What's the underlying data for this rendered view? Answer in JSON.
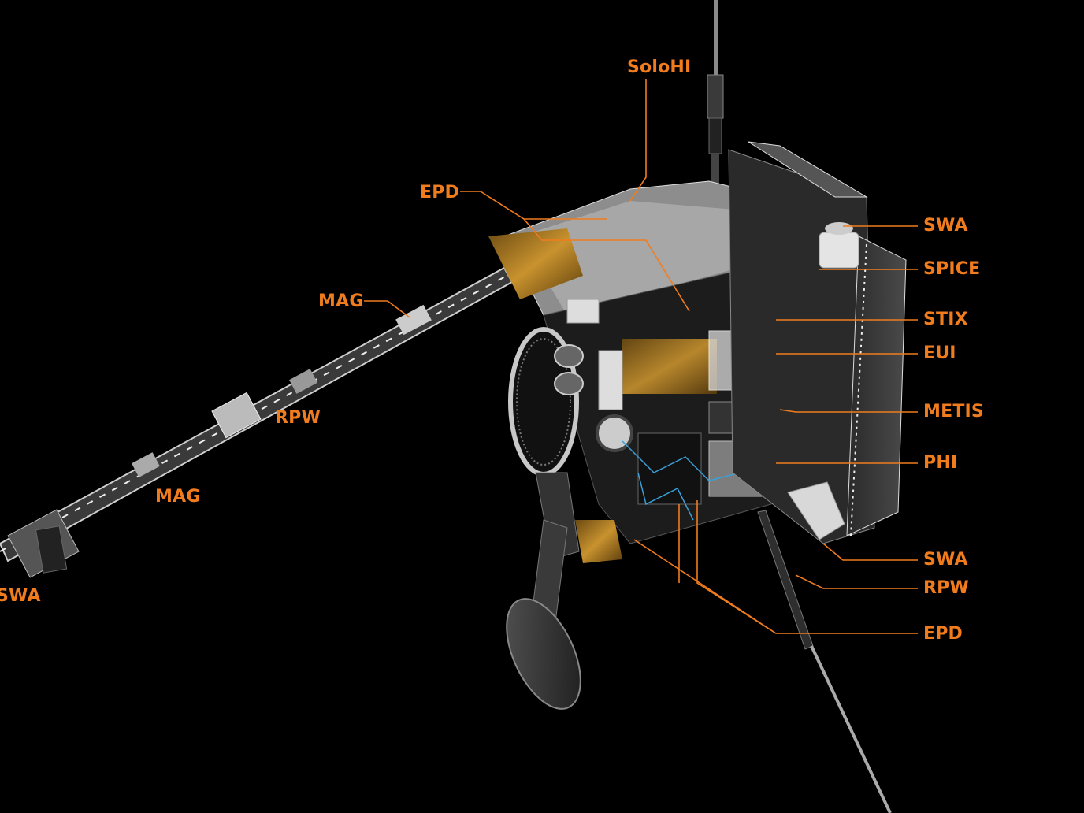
{
  "accent_color": "#f07c1e",
  "background_color": "#000000",
  "labels": {
    "soloHI": "SoloHI",
    "epd_top": "EPD",
    "mag_top": "MAG",
    "rpw_boom": "RPW",
    "mag_boom": "MAG",
    "swa_left": "SWA",
    "swa_top": "SWA",
    "spice": "SPICE",
    "stix": "STIX",
    "eui": "EUI",
    "metis": "METIS",
    "phi": "PHI",
    "swa_bottom": "SWA",
    "rpw_right": "RPW",
    "epd_bottom": "EPD"
  }
}
